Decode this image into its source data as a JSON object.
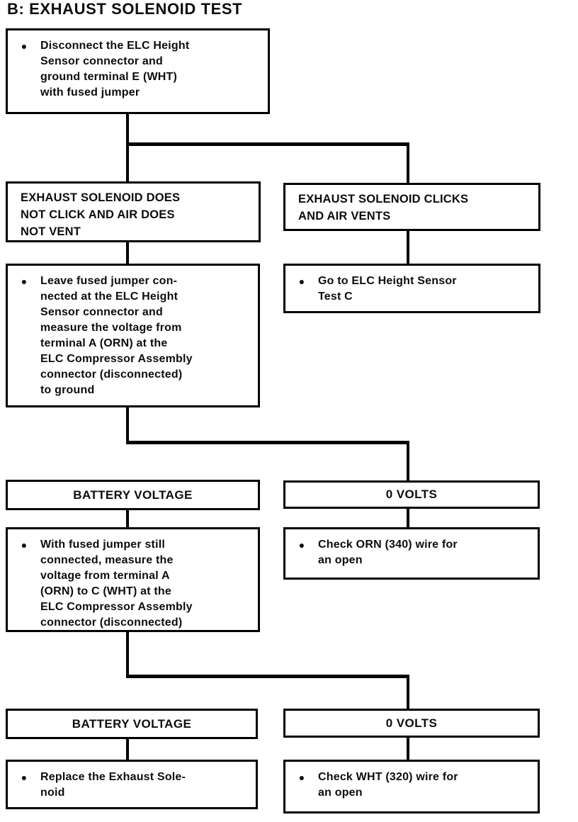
{
  "page": {
    "title": "B: EXHAUST SOLENOID TEST"
  },
  "colors": {
    "background": "#ffffff",
    "ink": "#000000",
    "text": "#0d0d0d"
  },
  "glyphs": {
    "bullet": "●"
  },
  "flowchart": {
    "step1": {
      "lines": [
        "Disconnect the ELC Height",
        "Sensor connector and",
        "ground terminal E (WHT)",
        "with fused jumper"
      ]
    },
    "branch_no_click": {
      "lines": [
        "EXHAUST SOLENOID DOES",
        "NOT CLICK AND AIR DOES",
        "NOT VENT"
      ]
    },
    "branch_clicks": {
      "lines": [
        "EXHAUST SOLENOID CLICKS",
        "AND AIR VENTS"
      ]
    },
    "measure_ground": {
      "lines": [
        "Leave fused jumper con-",
        "nected at the ELC Height",
        "Sensor connector and",
        "measure the voltage from",
        "terminal A (ORN) at the",
        "ELC Compressor Assembly",
        "connector (disconnected)",
        "to ground"
      ]
    },
    "goto_test_c": {
      "lines": [
        "Go to ELC Height Sensor",
        "Test C"
      ]
    },
    "battery_voltage_1": {
      "label": "BATTERY VOLTAGE"
    },
    "zero_volts_1": {
      "label": "0 VOLTS"
    },
    "measure_a_to_c": {
      "lines": [
        "With fused jumper still",
        "connected, measure the",
        "voltage from terminal A",
        "(ORN) to C (WHT) at the",
        "ELC Compressor Assembly",
        "connector (disconnected)"
      ]
    },
    "check_orn": {
      "lines": [
        "Check ORN (340) wire for",
        "an open"
      ]
    },
    "battery_voltage_2": {
      "label": "BATTERY VOLTAGE"
    },
    "zero_volts_2": {
      "label": "0 VOLTS"
    },
    "replace_solenoid": {
      "lines": [
        "Replace the Exhaust Sole-",
        "noid"
      ]
    },
    "check_wht": {
      "lines": [
        "Check WHT (320) wire for",
        "an open"
      ]
    }
  }
}
